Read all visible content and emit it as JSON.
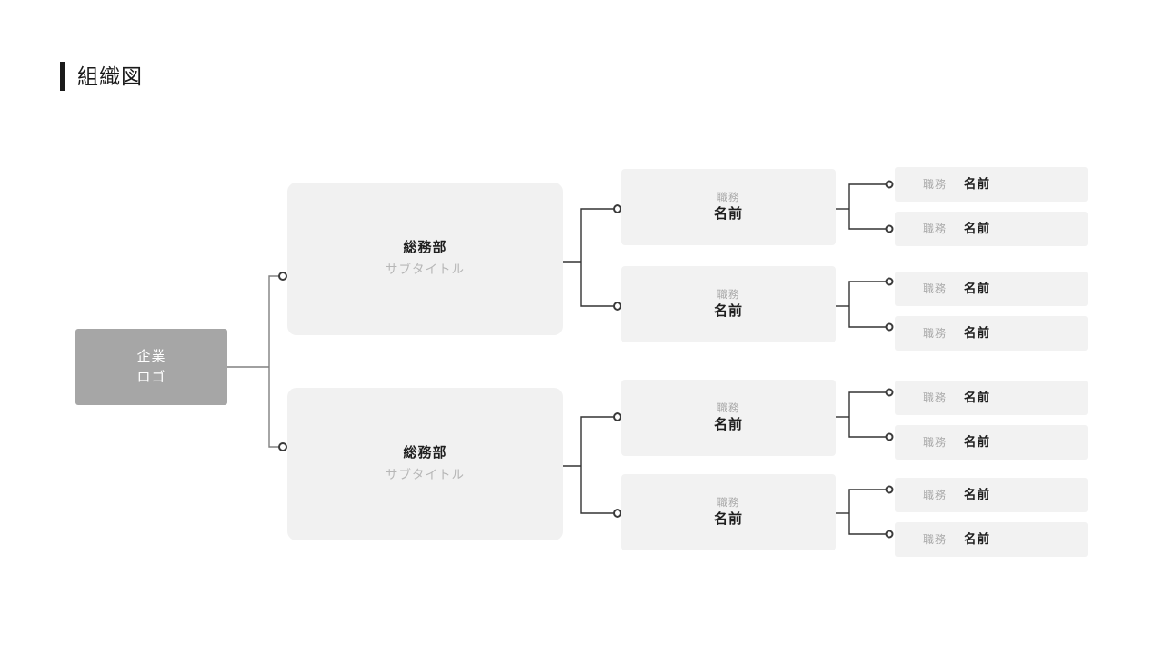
{
  "page": {
    "title": "組織図",
    "background_color": "#ffffff",
    "accent_color": "#1a1a1a"
  },
  "colors": {
    "root_fill": "#a6a6a6",
    "root_text": "#ffffff",
    "dept_fill": "#f1f1f1",
    "dept_title_text": "#1f1f1f",
    "dept_sub_text": "#b6b6b6",
    "person_fill": "#f2f2f2",
    "person_role_text": "#a9a9a9",
    "person_name_text": "#1f1f1f",
    "connector_line": "#808080",
    "connector_dot_stroke": "#3a3a3a"
  },
  "root": {
    "line1": "企業",
    "line2": "ロゴ"
  },
  "departments": [
    {
      "title": "総務部",
      "subtitle": "サブタイトル",
      "managers": [
        {
          "role": "職務",
          "name": "名前",
          "staff": [
            {
              "role": "職務",
              "name": "名前"
            },
            {
              "role": "職務",
              "name": "名前"
            }
          ]
        },
        {
          "role": "職務",
          "name": "名前",
          "staff": [
            {
              "role": "職務",
              "name": "名前"
            },
            {
              "role": "職務",
              "name": "名前"
            }
          ]
        }
      ]
    },
    {
      "title": "総務部",
      "subtitle": "サブタイトル",
      "managers": [
        {
          "role": "職務",
          "name": "名前",
          "staff": [
            {
              "role": "職務",
              "name": "名前"
            },
            {
              "role": "職務",
              "name": "名前"
            }
          ]
        },
        {
          "role": "職務",
          "name": "名前",
          "staff": [
            {
              "role": "職務",
              "name": "名前"
            },
            {
              "role": "職務",
              "name": "名前"
            }
          ]
        }
      ]
    }
  ]
}
